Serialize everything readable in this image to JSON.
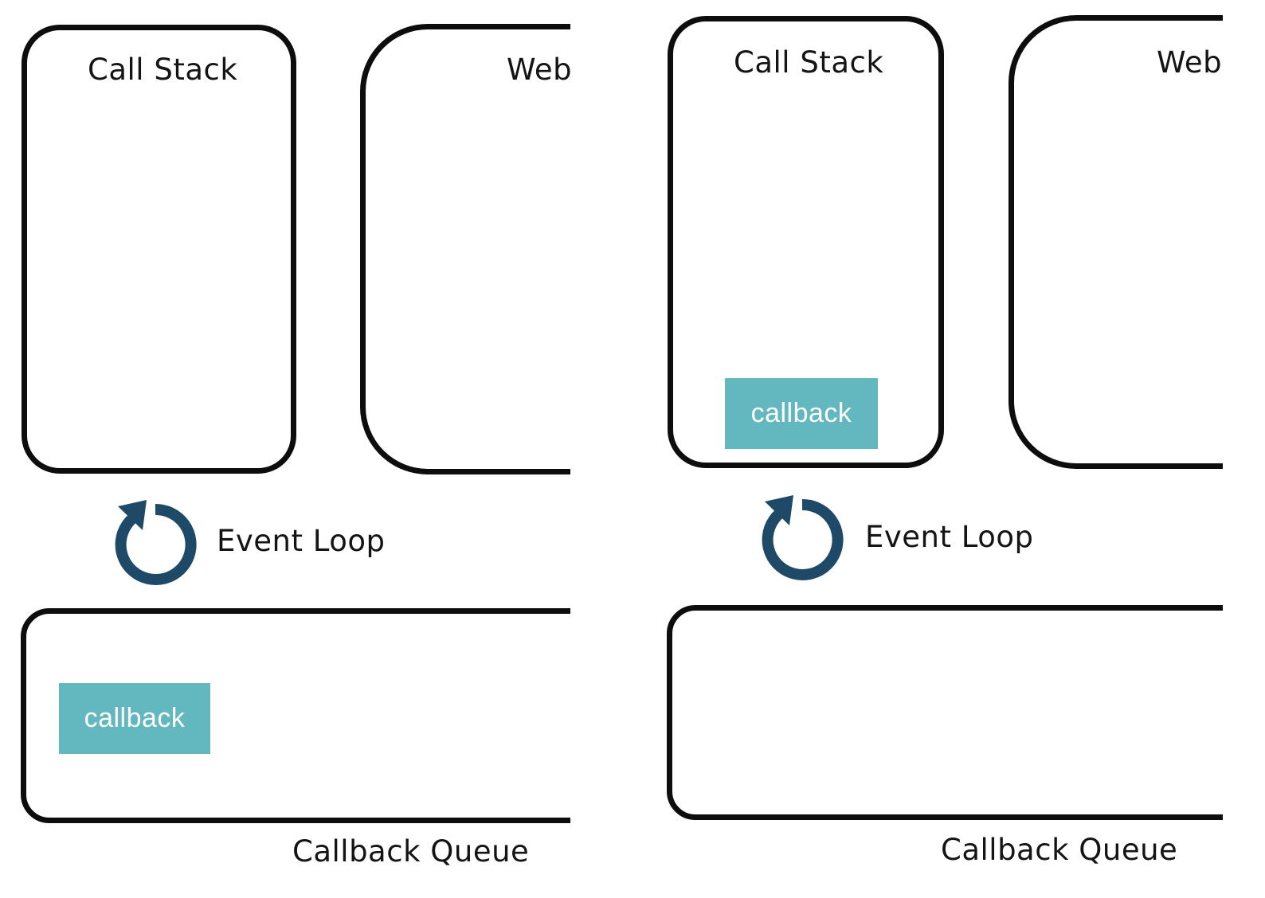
{
  "colors": {
    "outline": "#0d0d0d",
    "chip": "#63b7be",
    "loop_icon": "#1f4a67"
  },
  "frames": [
    {
      "call_stack_label": "Call Stack",
      "web_label": "Web",
      "event_loop_label": "Event Loop",
      "callback_queue_label": "Callback Queue",
      "callback_chip": "callback"
    },
    {
      "call_stack_label": "Call Stack",
      "web_label": "Web",
      "event_loop_label": "Event Loop",
      "callback_queue_label": "Callback Queue",
      "callback_chip": "callback"
    }
  ]
}
